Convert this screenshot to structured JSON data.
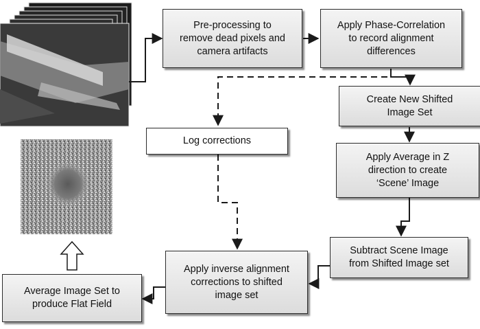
{
  "nodes": {
    "preprocess": "Pre-processing to\nremove dead pixels and\ncamera artifacts",
    "phase_correlation": "Apply Phase-Correlation\nto record alignment\ndifferences",
    "create_shifted": "Create New Shifted\nImage Set",
    "average_z": "Apply Average in Z\ndirection to create\n‘Scene’ Image",
    "subtract_scene": "Subtract Scene Image\nfrom Shifted Image set",
    "inverse_alignment": "Apply inverse alignment\ncorrections to shifted\nimage set",
    "average_flat": "Average Image Set to\nproduce Flat Field",
    "log_corrections": "Log corrections"
  },
  "colors": {
    "box_fill_top": "#f4f4f4",
    "box_fill_bottom": "#dcdcdc",
    "line": "#1a1a1a"
  }
}
